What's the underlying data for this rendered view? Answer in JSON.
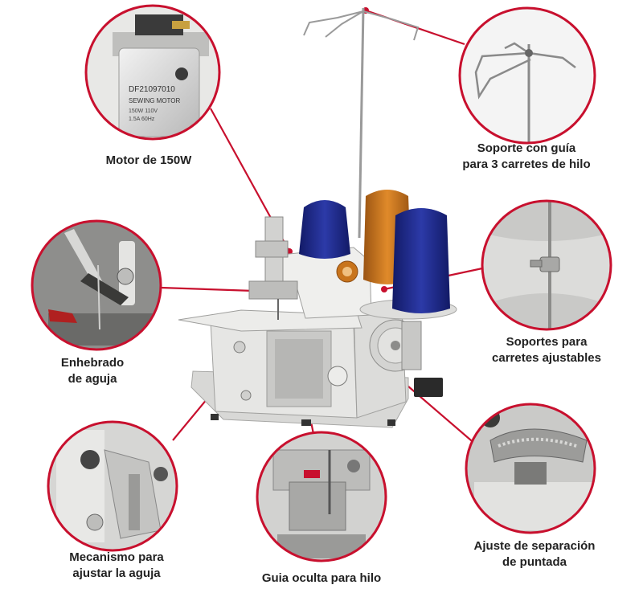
{
  "callouts": {
    "motor": {
      "label": "Motor de 150W",
      "plate_line1": "DF21097010",
      "plate_line2": "SEWING MOTOR",
      "plate_line3": "150W      110V",
      "plate_line4": "1.5A      60Hz"
    },
    "thread_guide": {
      "line1": "Soporte con guía",
      "line2": "para 3 carretes de hilo"
    },
    "needle_threading": {
      "line1": "Enhebrado",
      "line2": "de aguja"
    },
    "spool_holders": {
      "line1": "Soportes para",
      "line2": "carretes ajustables"
    },
    "needle_adjust": {
      "line1": "Mecanismo para",
      "line2": "ajustar la aguja"
    },
    "hidden_guide": {
      "label": "Guia oculta para hilo"
    },
    "stitch_spacing": {
      "line1": "Ajuste de separación",
      "line2": "de puntada"
    }
  },
  "colors": {
    "callout_red": "#c8102e",
    "spool_blue": "#1f2a8a",
    "spool_orange": "#c8741c",
    "machine_body": "#e6e6e4"
  }
}
